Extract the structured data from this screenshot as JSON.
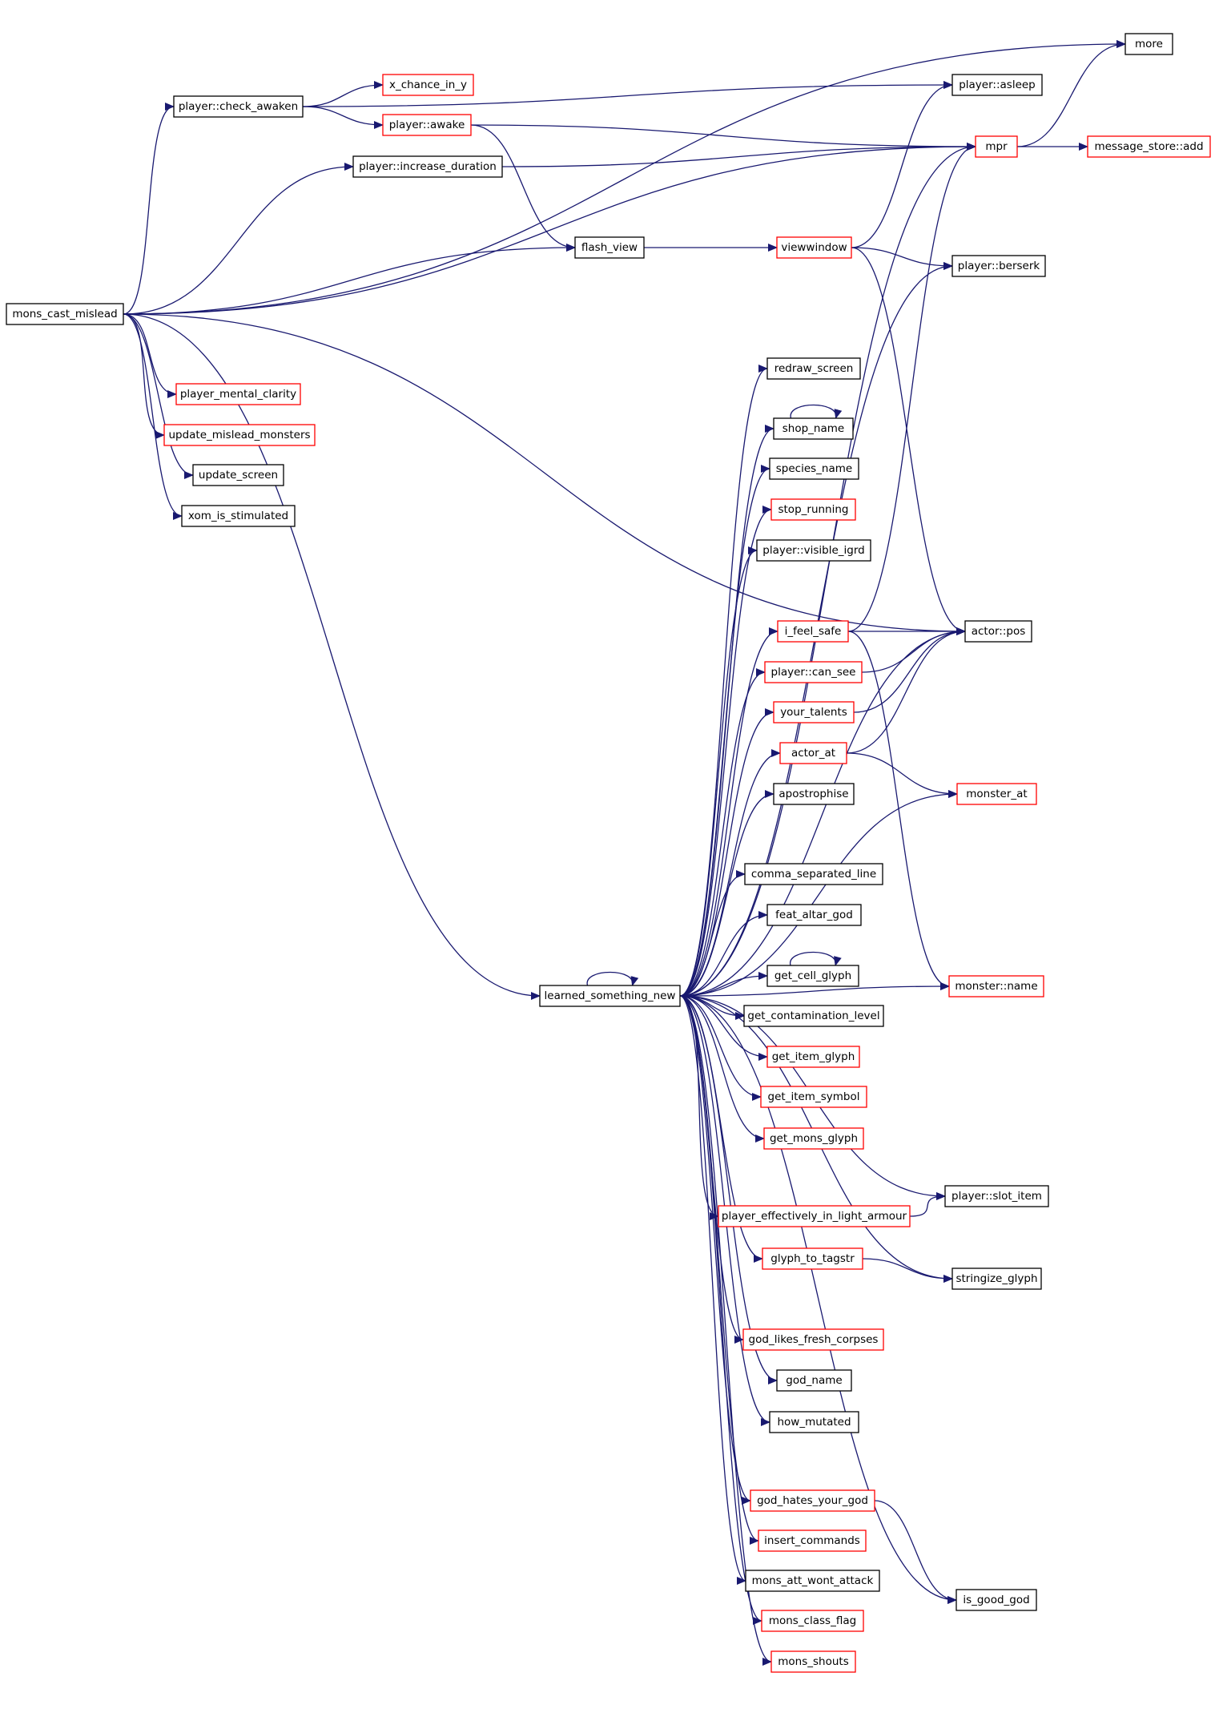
{
  "colors": {
    "edge": "#191970",
    "black_border": "#000000",
    "red_border": "#ff0000",
    "root_fill": "#bfbfbf",
    "background": "#ffffff"
  },
  "nodes": [
    {
      "id": "mons_cast_mislead",
      "label": "mons_cast_mislead",
      "border": "black",
      "root": true
    },
    {
      "id": "player_check_awaken",
      "label": "player::check_awaken",
      "border": "black"
    },
    {
      "id": "x_chance_in_y",
      "label": "x_chance_in_y",
      "border": "red"
    },
    {
      "id": "player_awake",
      "label": "player::awake",
      "border": "red"
    },
    {
      "id": "player_increase_duration",
      "label": "player::increase_duration",
      "border": "black"
    },
    {
      "id": "flash_view",
      "label": "flash_view",
      "border": "black"
    },
    {
      "id": "more",
      "label": "more",
      "border": "black"
    },
    {
      "id": "player_asleep",
      "label": "player::asleep",
      "border": "black"
    },
    {
      "id": "mpr",
      "label": "mpr",
      "border": "red"
    },
    {
      "id": "message_store_add",
      "label": "message_store::add",
      "border": "red"
    },
    {
      "id": "viewwindow",
      "label": "viewwindow",
      "border": "red"
    },
    {
      "id": "player_berserk",
      "label": "player::berserk",
      "border": "black"
    },
    {
      "id": "player_mental_clarity",
      "label": "player_mental_clarity",
      "border": "red"
    },
    {
      "id": "update_mislead_monsters",
      "label": "update_mislead_monsters",
      "border": "red"
    },
    {
      "id": "update_screen",
      "label": "update_screen",
      "border": "black"
    },
    {
      "id": "xom_is_stimulated",
      "label": "xom_is_stimulated",
      "border": "black"
    },
    {
      "id": "redraw_screen",
      "label": "redraw_screen",
      "border": "black"
    },
    {
      "id": "shop_name",
      "label": "shop_name",
      "border": "black"
    },
    {
      "id": "species_name",
      "label": "species_name",
      "border": "black"
    },
    {
      "id": "stop_running",
      "label": "stop_running",
      "border": "red"
    },
    {
      "id": "player_visible_igrd",
      "label": "player::visible_igrd",
      "border": "black"
    },
    {
      "id": "i_feel_safe",
      "label": "i_feel_safe",
      "border": "red"
    },
    {
      "id": "actor_pos",
      "label": "actor::pos",
      "border": "black"
    },
    {
      "id": "player_can_see",
      "label": "player::can_see",
      "border": "red"
    },
    {
      "id": "your_talents",
      "label": "your_talents",
      "border": "red"
    },
    {
      "id": "actor_at",
      "label": "actor_at",
      "border": "red"
    },
    {
      "id": "monster_at",
      "label": "monster_at",
      "border": "red"
    },
    {
      "id": "apostrophise",
      "label": "apostrophise",
      "border": "black"
    },
    {
      "id": "comma_separated_line",
      "label": "comma_separated_line",
      "border": "black"
    },
    {
      "id": "feat_altar_god",
      "label": "feat_altar_god",
      "border": "black"
    },
    {
      "id": "learned_something_new",
      "label": "learned_something_new",
      "border": "black"
    },
    {
      "id": "get_cell_glyph",
      "label": "get_cell_glyph",
      "border": "black"
    },
    {
      "id": "monster_name",
      "label": "monster::name",
      "border": "red"
    },
    {
      "id": "get_contamination_level",
      "label": "get_contamination_level",
      "border": "black"
    },
    {
      "id": "get_item_glyph",
      "label": "get_item_glyph",
      "border": "red"
    },
    {
      "id": "get_item_symbol",
      "label": "get_item_symbol",
      "border": "red"
    },
    {
      "id": "get_mons_glyph",
      "label": "get_mons_glyph",
      "border": "red"
    },
    {
      "id": "player_slot_item",
      "label": "player::slot_item",
      "border": "black"
    },
    {
      "id": "player_effectively_in_light_armour",
      "label": "player_effectively_in_light_armour",
      "border": "red"
    },
    {
      "id": "glyph_to_tagstr",
      "label": "glyph_to_tagstr",
      "border": "red"
    },
    {
      "id": "stringize_glyph",
      "label": "stringize_glyph",
      "border": "black"
    },
    {
      "id": "god_likes_fresh_corpses",
      "label": "god_likes_fresh_corpses",
      "border": "red"
    },
    {
      "id": "god_name",
      "label": "god_name",
      "border": "black"
    },
    {
      "id": "how_mutated",
      "label": "how_mutated",
      "border": "black"
    },
    {
      "id": "god_hates_your_god",
      "label": "god_hates_your_god",
      "border": "red"
    },
    {
      "id": "insert_commands",
      "label": "insert_commands",
      "border": "red"
    },
    {
      "id": "mons_att_wont_attack",
      "label": "mons_att_wont_attack",
      "border": "black"
    },
    {
      "id": "is_good_god",
      "label": "is_good_god",
      "border": "black"
    },
    {
      "id": "mons_class_flag",
      "label": "mons_class_flag",
      "border": "red"
    },
    {
      "id": "mons_shouts",
      "label": "mons_shouts",
      "border": "red"
    }
  ],
  "edges": [
    [
      "mons_cast_mislead",
      "more"
    ],
    [
      "mons_cast_mislead",
      "player_check_awaken"
    ],
    [
      "mons_cast_mislead",
      "player_increase_duration"
    ],
    [
      "mons_cast_mislead",
      "mpr"
    ],
    [
      "mons_cast_mislead",
      "flash_view"
    ],
    [
      "mons_cast_mislead",
      "actor_pos"
    ],
    [
      "mons_cast_mislead",
      "learned_something_new"
    ],
    [
      "mons_cast_mislead",
      "player_mental_clarity"
    ],
    [
      "mons_cast_mislead",
      "update_mislead_monsters"
    ],
    [
      "mons_cast_mislead",
      "update_screen"
    ],
    [
      "mons_cast_mislead",
      "xom_is_stimulated"
    ],
    [
      "player_check_awaken",
      "player_asleep"
    ],
    [
      "player_check_awaken",
      "x_chance_in_y"
    ],
    [
      "player_check_awaken",
      "player_awake"
    ],
    [
      "player_awake",
      "mpr"
    ],
    [
      "player_awake",
      "flash_view"
    ],
    [
      "player_increase_duration",
      "mpr"
    ],
    [
      "flash_view",
      "viewwindow"
    ],
    [
      "mpr",
      "more"
    ],
    [
      "mpr",
      "message_store_add"
    ],
    [
      "viewwindow",
      "player_asleep"
    ],
    [
      "viewwindow",
      "player_berserk"
    ],
    [
      "viewwindow",
      "actor_pos"
    ],
    [
      "i_feel_safe",
      "mpr"
    ],
    [
      "i_feel_safe",
      "actor_pos"
    ],
    [
      "i_feel_safe",
      "monster_name"
    ],
    [
      "player_can_see",
      "actor_pos"
    ],
    [
      "your_talents",
      "actor_pos"
    ],
    [
      "actor_at",
      "actor_pos"
    ],
    [
      "actor_at",
      "monster_at"
    ],
    [
      "glyph_to_tagstr",
      "stringize_glyph"
    ],
    [
      "player_effectively_in_light_armour",
      "player_slot_item"
    ],
    [
      "god_hates_your_god",
      "is_good_god"
    ],
    [
      "learned_something_new",
      "mpr"
    ],
    [
      "learned_something_new",
      "player_berserk"
    ],
    [
      "learned_something_new",
      "redraw_screen"
    ],
    [
      "learned_something_new",
      "shop_name"
    ],
    [
      "learned_something_new",
      "species_name"
    ],
    [
      "learned_something_new",
      "stop_running"
    ],
    [
      "learned_something_new",
      "player_visible_igrd"
    ],
    [
      "learned_something_new",
      "actor_pos"
    ],
    [
      "learned_something_new",
      "i_feel_safe"
    ],
    [
      "learned_something_new",
      "player_can_see"
    ],
    [
      "learned_something_new",
      "your_talents"
    ],
    [
      "learned_something_new",
      "actor_at"
    ],
    [
      "learned_something_new",
      "apostrophise"
    ],
    [
      "learned_something_new",
      "monster_at"
    ],
    [
      "learned_something_new",
      "comma_separated_line"
    ],
    [
      "learned_something_new",
      "feat_altar_god"
    ],
    [
      "learned_something_new",
      "get_cell_glyph"
    ],
    [
      "learned_something_new",
      "get_contamination_level"
    ],
    [
      "learned_something_new",
      "get_item_glyph"
    ],
    [
      "learned_something_new",
      "get_item_symbol"
    ],
    [
      "learned_something_new",
      "get_mons_glyph"
    ],
    [
      "learned_something_new",
      "player_slot_item"
    ],
    [
      "learned_something_new",
      "player_effectively_in_light_armour"
    ],
    [
      "learned_something_new",
      "glyph_to_tagstr"
    ],
    [
      "learned_something_new",
      "stringize_glyph"
    ],
    [
      "learned_something_new",
      "god_likes_fresh_corpses"
    ],
    [
      "learned_something_new",
      "god_name"
    ],
    [
      "learned_something_new",
      "how_mutated"
    ],
    [
      "learned_something_new",
      "monster_name"
    ],
    [
      "learned_something_new",
      "god_hates_your_god"
    ],
    [
      "learned_something_new",
      "insert_commands"
    ],
    [
      "learned_something_new",
      "mons_att_wont_attack"
    ],
    [
      "learned_something_new",
      "mons_class_flag"
    ],
    [
      "learned_something_new",
      "mons_shouts"
    ],
    [
      "learned_something_new",
      "is_good_god"
    ],
    [
      "learned_something_new",
      "learned_something_new"
    ],
    [
      "shop_name",
      "shop_name"
    ],
    [
      "get_cell_glyph",
      "get_cell_glyph"
    ]
  ]
}
